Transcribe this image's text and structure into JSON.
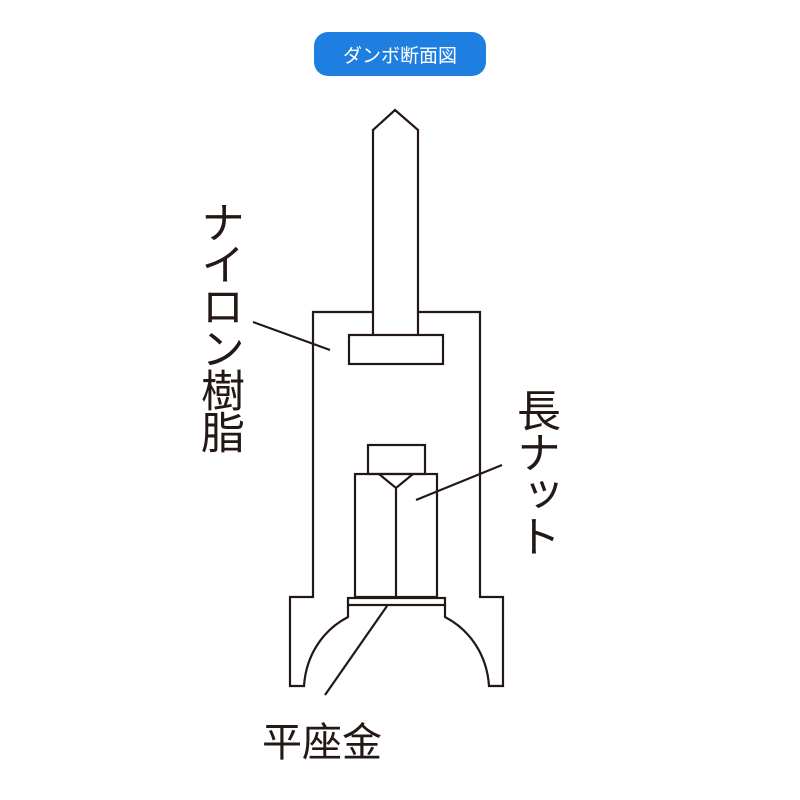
{
  "title": "ダンボ断面図",
  "labels": {
    "nylon": "ナイロン樹脂",
    "long_nut": "長ナット",
    "washer": "平座金"
  },
  "colors": {
    "badge": "#1f7fe0",
    "line": "#231815"
  }
}
